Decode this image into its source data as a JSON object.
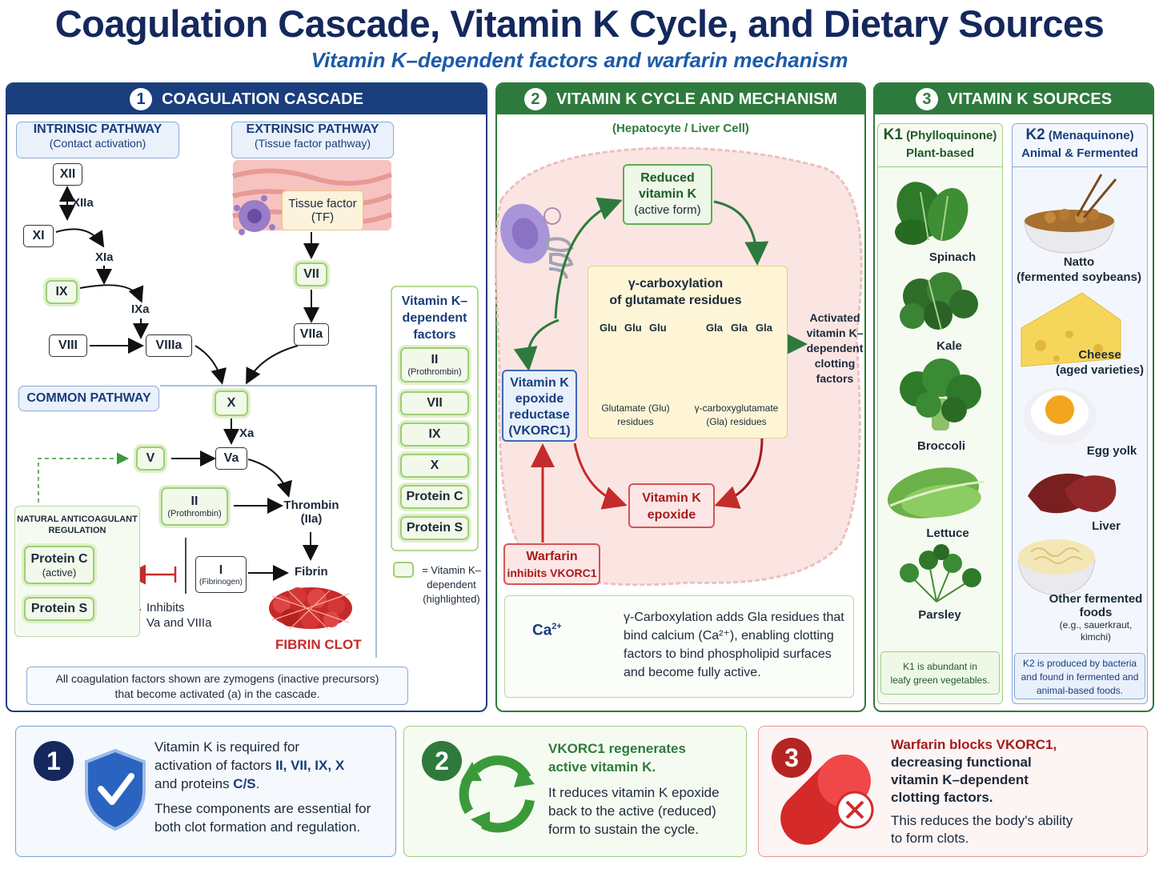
{
  "title": "Coagulation Cascade, Vitamin K Cycle, and Dietary Sources",
  "subtitle": "Vitamin K–dependent factors and warfarin mechanism",
  "colors": {
    "navy": "#1a3d7c",
    "green": "#2e7a3c",
    "red": "#c42b2b",
    "vkhighlight": "#9ecf74"
  },
  "panel1": {
    "number": "1",
    "heading": "COAGULATION CASCADE",
    "intrinsic": {
      "title": "INTRINSIC PATHWAY",
      "sub": "(Contact activation)"
    },
    "extrinsic": {
      "title": "EXTRINSIC PATHWAY",
      "sub": "(Tissue factor pathway)"
    },
    "tissue_factor": {
      "line1": "Tissue factor",
      "line2": "(TF)"
    },
    "factors": {
      "XII": "XII",
      "XIIa": "XIIa",
      "XI": "XI",
      "XIa": "XIa",
      "IX": "IX",
      "IXa": "IXa",
      "VIII": "VIII",
      "VIIIa": "VIIIa",
      "VII": "VII",
      "VIIa": "VIIa",
      "X": "X",
      "Xa": "Xa",
      "V": "V",
      "Va": "Va",
      "II": "II",
      "II_sub": "(Prothrombin)",
      "I": "I",
      "I_sub": "(Fibrinogen)",
      "thrombin": "Thrombin",
      "thrombin_sub": "(IIa)",
      "fibrin": "Fibrin",
      "fibrin_clot": "FIBRIN CLOT"
    },
    "common_pathway": "COMMON PATHWAY",
    "natural_anticoagulant": {
      "title1": "NATURAL ANTICOAGULANT",
      "title2": "REGULATION",
      "protein_c": "Protein C",
      "protein_c_sub": "(active)",
      "protein_s": "Protein S"
    },
    "inhibits": {
      "line1": "Inhibits",
      "line2": "Va and VIIIa"
    },
    "vk_dependent": {
      "title1": "Vitamin K–",
      "title2": "dependent",
      "title3": "factors",
      "items": [
        {
          "label": "II",
          "sub": "(Prothrombin)"
        },
        {
          "label": "VII"
        },
        {
          "label": "IX"
        },
        {
          "label": "X"
        },
        {
          "label": "Protein C"
        },
        {
          "label": "Protein S"
        }
      ],
      "legend1": "= Vitamin K–",
      "legend2": "dependent",
      "legend3": "(highlighted)"
    },
    "footnote1": "All coagulation factors shown are zymogens (inactive precursors)",
    "footnote2": "that become activated (a) in the cascade."
  },
  "panel2": {
    "number": "2",
    "heading": "VITAMIN K CYCLE AND MECHANISM",
    "location": "(Hepatocyte / Liver Cell)",
    "reduced": {
      "l1": "Reduced",
      "l2": "vitamin K",
      "l3": "(active form)"
    },
    "carboxylation": {
      "l1": "γ-carboxylation",
      "l2": "of glutamate residues",
      "glu": "Glu",
      "gla": "Gla",
      "glu_caption1": "Glutamate (Glu)",
      "glu_caption2": "residues",
      "gla_caption1": "γ-carboxyglutamate",
      "gla_caption2": "(Gla) residues"
    },
    "activated": {
      "l1": "Activated",
      "l2": "vitamin K–",
      "l3": "dependent",
      "l4": "clotting",
      "l5": "factors"
    },
    "vkorc1": {
      "l1": "Vitamin K",
      "l2": "epoxide",
      "l3": "reductase",
      "l4": "(VKORC1)"
    },
    "epoxide": {
      "l1": "Vitamin K",
      "l2": "epoxide"
    },
    "warfarin": {
      "l1": "Warfarin",
      "l2": "inhibits VKORC1"
    },
    "calcium": {
      "ion": "Ca",
      "charge": "2+",
      "l1": "γ-Carboxylation adds Gla residues that",
      "l2": "bind calcium (Ca²⁺), enabling clotting",
      "l3": "factors to bind phospholipid surfaces",
      "l4": "and become fully active."
    }
  },
  "panel3": {
    "number": "3",
    "heading": "VITAMIN K SOURCES",
    "k1": {
      "tag": "K1",
      "name": "(Phylloquinone)",
      "sub": "Plant-based",
      "foods": [
        "Spinach",
        "Kale",
        "Broccoli",
        "Lettuce",
        "Parsley"
      ],
      "note1": "K1 is abundant in",
      "note2": "leafy green vegetables."
    },
    "k2": {
      "tag": "K2",
      "name": "(Menaquinone)",
      "sub": "Animal & Fermented",
      "foods": [
        {
          "l1": "Natto",
          "l2": "(fermented soybeans)"
        },
        {
          "l1": "Cheese",
          "l2": "(aged varieties)"
        },
        {
          "l1": "Egg yolk"
        },
        {
          "l1": "Liver"
        },
        {
          "l1": "Other fermented",
          "l2": "foods",
          "l3": "(e.g., sauerkraut,",
          "l4": "kimchi)"
        }
      ],
      "note1": "K2 is produced by bacteria",
      "note2": "and found in fermented and",
      "note3": "animal-based foods."
    }
  },
  "bottom": [
    {
      "number": "1",
      "l1": "Vitamin K is required for",
      "l2a": "activation of factors ",
      "l2b": "II, VII, IX, X",
      "l3a": "and proteins ",
      "l3b": "C/S",
      "l3c": ".",
      "d1": "These components are essential for",
      "d2": "both clot formation and regulation."
    },
    {
      "number": "2",
      "l1": "VKORC1 regenerates",
      "l2": "active vitamin K.",
      "d1": "It reduces vitamin K epoxide",
      "d2": "back to the active (reduced)",
      "d3": "form to sustain the cycle."
    },
    {
      "number": "3",
      "l1": "Warfarin blocks VKORC1,",
      "l2": "decreasing functional",
      "l3": "vitamin K–dependent",
      "l4": "clotting factors.",
      "d1": "This reduces the body's ability",
      "d2": "to form clots."
    }
  ]
}
